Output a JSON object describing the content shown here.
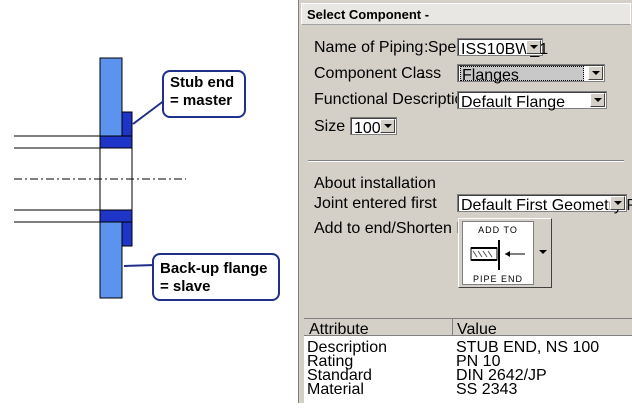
{
  "callouts": {
    "stub_end": [
      "Stub end",
      "= master"
    ],
    "backup_flange": [
      "Back-up flange",
      "= slave"
    ]
  },
  "dialog": {
    "title": "Select Component -",
    "labels": {
      "piping_spec": "Name of Piping Spec",
      "component_class": "Component Class",
      "functional_description": "Functional Description",
      "size": "Size :",
      "colon": ":",
      "about_installation": "About installation",
      "joint_entered_first": "Joint entered first",
      "add_to_end": "Add to end/Shorten Pipe:"
    },
    "values": {
      "piping_spec": "ISS10BW_1",
      "component_class": "Flanges",
      "functional_description": "Default Flange",
      "size": "100",
      "joint_entered_first": "Default First Geometry Point"
    },
    "add_to_button": {
      "top_text": "ADD TO",
      "bottom_text": "PIPE END"
    }
  },
  "table": {
    "headers": [
      "Attribute",
      "Value"
    ],
    "rows": [
      {
        "attribute": "Description",
        "value": "STUB END, NS 100"
      },
      {
        "attribute": "Rating",
        "value": "PN 10"
      },
      {
        "attribute": "Standard",
        "value": "DIN 2642/JP"
      },
      {
        "attribute": "Material",
        "value": "SS 2343"
      }
    ]
  },
  "colors": {
    "flange_light": "#5b93ef",
    "flange_dark": "#1f35c8",
    "callout_border": "#1f2f8a",
    "dialog_bg": "#d4d0c8"
  }
}
